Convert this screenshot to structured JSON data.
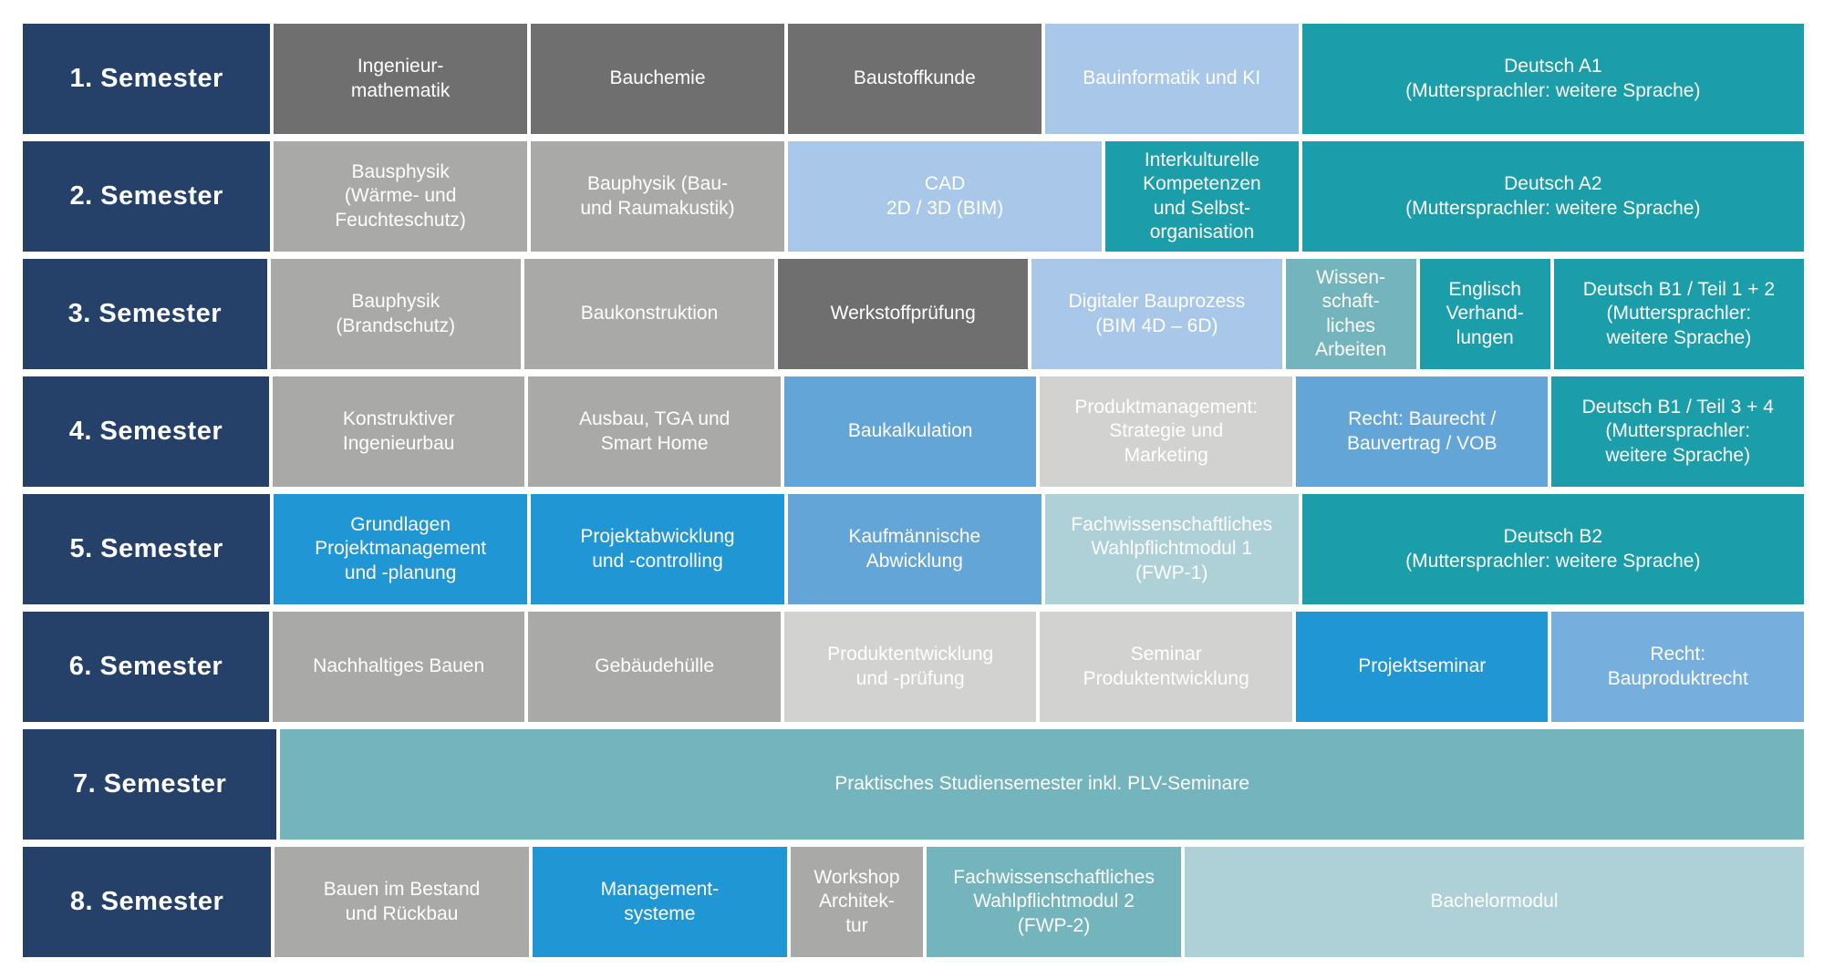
{
  "palette": {
    "navy": "#254169",
    "gray_dark": "#6f6f6f",
    "gray_mid": "#a9a9a8",
    "gray_light": "#d2d2d1",
    "blue_pale": "#a9c8e9",
    "blue_bright": "#2196d4",
    "blue_mid": "#64a5d8",
    "blue_midlight": "#76afdd",
    "teal": "#1b9daa",
    "teal_muted": "#74b5bd",
    "teal_pale": "#aed0d7",
    "background": "#ffffff",
    "text": "#ffffff"
  },
  "rows": [
    {
      "label": "1. Semester",
      "cells": [
        {
          "text": "Ingenieur-\nmathematik",
          "color": "gray_dark"
        },
        {
          "text": "Bauchemie",
          "color": "gray_dark"
        },
        {
          "text": "Baustoffkunde",
          "color": "gray_dark"
        },
        {
          "text": "Bauinformatik und KI",
          "color": "blue_pale"
        },
        {
          "text": "Deutsch A1\n(Muttersprachler: weitere Sprache)",
          "color": "teal"
        }
      ]
    },
    {
      "label": "2. Semester",
      "cells": [
        {
          "text": "Bausphysik\n(Wärme- und\nFeuchteschutz)",
          "color": "gray_mid"
        },
        {
          "text": "Bauphysik (Bau-\nund Raumakustik)",
          "color": "gray_mid"
        },
        {
          "text": "CAD\n2D / 3D (BIM)",
          "color": "blue_pale"
        },
        {
          "text": "Interkulturelle\nKompetenzen\nund Selbst-\norganisation",
          "color": "teal"
        },
        {
          "text": "Deutsch A2\n(Muttersprachler: weitere Sprache)",
          "color": "teal"
        }
      ]
    },
    {
      "label": "3. Semester",
      "cells": [
        {
          "text": "Bauphysik\n(Brandschutz)",
          "color": "gray_mid"
        },
        {
          "text": "Baukonstruktion",
          "color": "gray_mid"
        },
        {
          "text": "Werkstoffprüfung",
          "color": "gray_dark"
        },
        {
          "text": "Digitaler Bauprozess\n(BIM 4D – 6D)",
          "color": "blue_pale"
        },
        {
          "text": "Wissen-\nschaft-\nliches\nArbeiten",
          "color": "teal_muted"
        },
        {
          "text": "Englisch\nVerhand-\nlungen",
          "color": "teal"
        },
        {
          "text": "Deutsch B1 / Teil 1 + 2\n(Muttersprachler:\nweitere Sprache)",
          "color": "teal"
        }
      ]
    },
    {
      "label": "4. Semester",
      "cells": [
        {
          "text": "Konstruktiver\nIngenieurbau",
          "color": "gray_mid"
        },
        {
          "text": "Ausbau, TGA und\nSmart Home",
          "color": "gray_mid"
        },
        {
          "text": "Baukalkulation",
          "color": "blue_mid"
        },
        {
          "text": "Produktmanagement:\nStrategie und\nMarketing",
          "color": "gray_light"
        },
        {
          "text": "Recht: Baurecht /\nBauvertrag / VOB",
          "color": "blue_mid"
        },
        {
          "text": "Deutsch B1 / Teil 3 + 4\n(Muttersprachler:\nweitere Sprache)",
          "color": "teal"
        }
      ]
    },
    {
      "label": "5. Semester",
      "cells": [
        {
          "text": "Grundlagen\nProjektmanagement\nund -planung",
          "color": "blue_bright"
        },
        {
          "text": "Projektabwicklung\nund -controlling",
          "color": "blue_bright"
        },
        {
          "text": "Kaufmännische\nAbwicklung",
          "color": "blue_mid"
        },
        {
          "text": "Fachwissenschaftliches\nWahlpflichtmodul 1\n(FWP-1)",
          "color": "teal_pale"
        },
        {
          "text": "Deutsch B2\n(Muttersprachler: weitere Sprache)",
          "color": "teal"
        }
      ]
    },
    {
      "label": "6. Semester",
      "cells": [
        {
          "text": "Nachhaltiges Bauen",
          "color": "gray_mid"
        },
        {
          "text": "Gebäudehülle",
          "color": "gray_mid"
        },
        {
          "text": "Produktentwicklung\nund -prüfung",
          "color": "gray_light"
        },
        {
          "text": "Seminar\nProduktentwicklung",
          "color": "gray_light"
        },
        {
          "text": "Projektseminar",
          "color": "blue_bright"
        },
        {
          "text": "Recht:\nBauproduktrecht",
          "color": "blue_midlight"
        }
      ]
    },
    {
      "label": "7. Semester",
      "cells": [
        {
          "text": "Praktisches Studiensemester inkl. PLV-Seminare",
          "color": "teal_muted"
        }
      ]
    },
    {
      "label": "8. Semester",
      "cells": [
        {
          "text": "Bauen im Bestand\nund Rückbau",
          "color": "gray_mid"
        },
        {
          "text": "Management-\nsysteme",
          "color": "blue_bright"
        },
        {
          "text": "Workshop\nArchitek-\ntur",
          "color": "gray_mid"
        },
        {
          "text": "Fachwissenschaftliches\nWahlpflichtmodul 2\n(FWP-2)",
          "color": "teal_muted"
        },
        {
          "text": "Bachelormodul",
          "color": "teal_pale"
        }
      ]
    }
  ]
}
